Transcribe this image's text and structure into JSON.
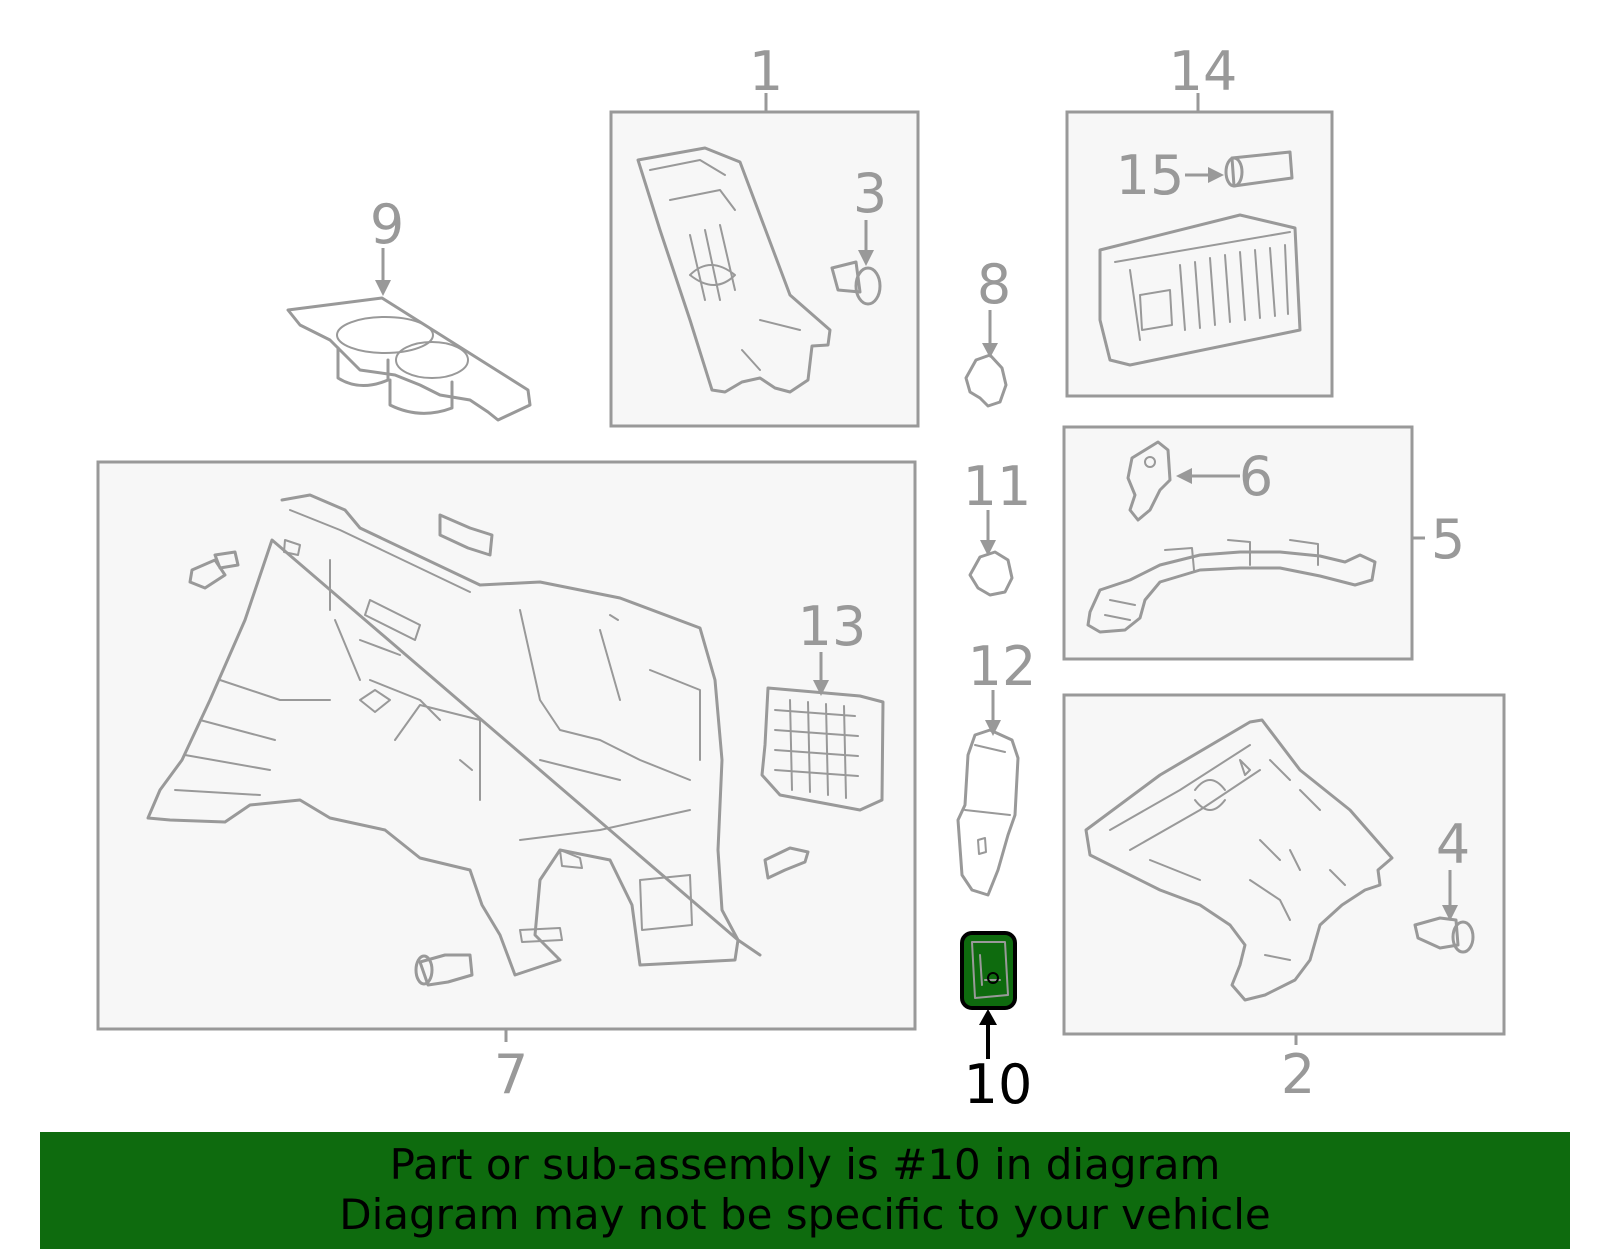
{
  "callouts": {
    "c1": "1",
    "c2": "2",
    "c3": "3",
    "c4": "4",
    "c5": "5",
    "c6": "6",
    "c7": "7",
    "c8": "8",
    "c9": "9",
    "c10": "10",
    "c11": "11",
    "c12": "12",
    "c13": "13",
    "c14": "14",
    "c15": "15"
  },
  "highlight": {
    "part": "10",
    "color": "#0e6b0e"
  },
  "banner": {
    "line1": "Part or sub-assembly is #10 in diagram",
    "line2": "Diagram may not be specific to your vehicle",
    "background": "#0e6b0e"
  },
  "colors": {
    "line": "#999999",
    "box_fill": "#f7f7f7",
    "highlight_fill": "#0e6b0e"
  }
}
